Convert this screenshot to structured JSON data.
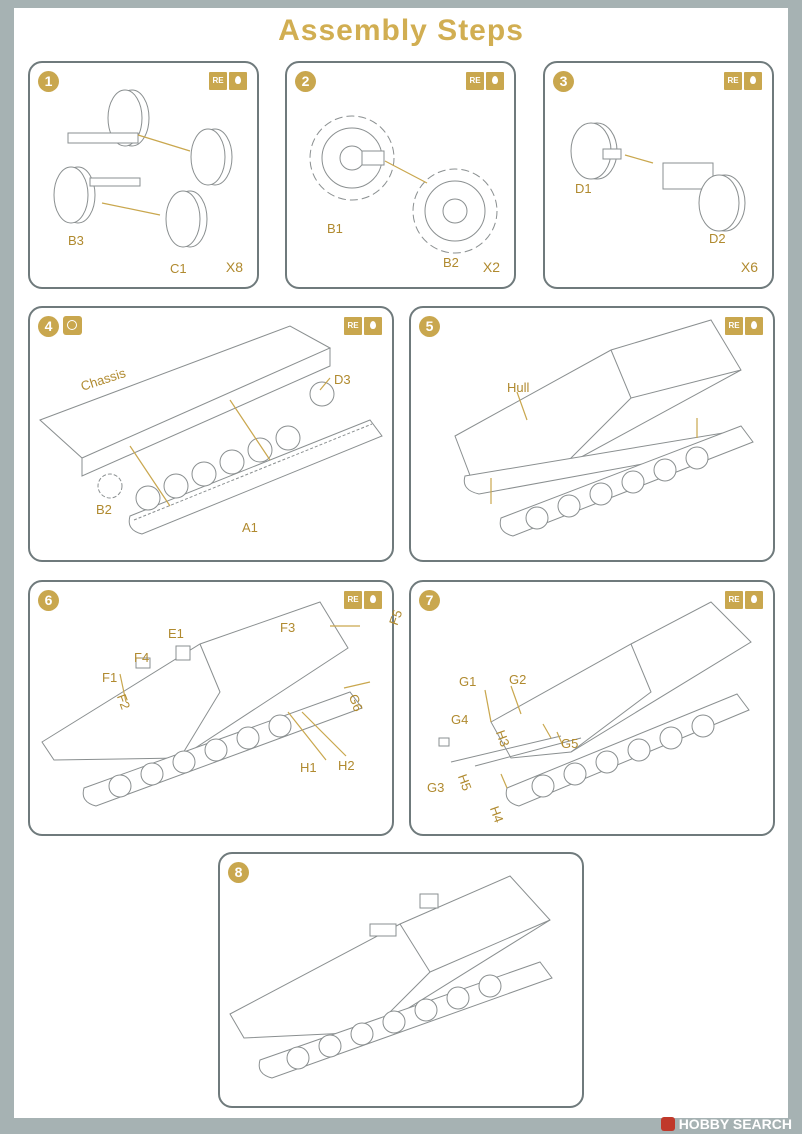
{
  "title": "Assembly Steps",
  "badge_re": "RE",
  "steps": [
    {
      "num": "1",
      "qty": "X8",
      "labels": [
        "B3",
        "C1"
      ]
    },
    {
      "num": "2",
      "qty": "X2",
      "labels": [
        "B1",
        "B2"
      ]
    },
    {
      "num": "3",
      "qty": "X6",
      "labels": [
        "D1",
        "D2"
      ]
    },
    {
      "num": "4",
      "labels": [
        "Chassis",
        "D3",
        "B2",
        "A1"
      ]
    },
    {
      "num": "5",
      "labels": [
        "Hull"
      ]
    },
    {
      "num": "6",
      "labels": [
        "F5",
        "F3",
        "E1",
        "F4",
        "F1",
        "F2",
        "G6",
        "H1",
        "H2"
      ]
    },
    {
      "num": "7",
      "labels": [
        "G1",
        "G2",
        "G4",
        "H3",
        "G5",
        "G3",
        "H5",
        "H4"
      ]
    },
    {
      "num": "8"
    }
  ],
  "watermark": "HOBBY SEARCH",
  "colors": {
    "accent": "#c9a74e",
    "frame": "#a6b2b3",
    "border": "#6f7a7c"
  }
}
